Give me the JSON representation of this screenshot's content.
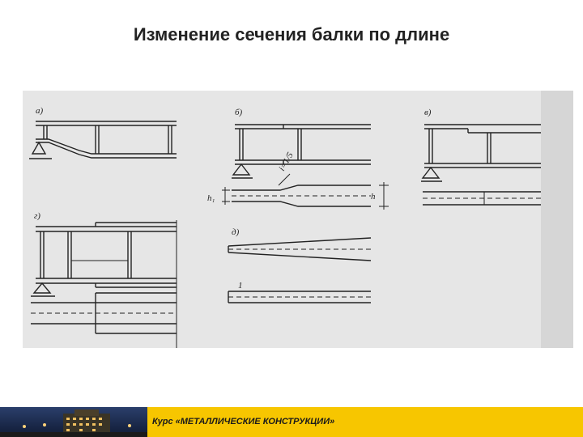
{
  "slide": {
    "title": "Изменение сечения балки по длине"
  },
  "figure": {
    "labels": {
      "a": "а)",
      "b": "б)",
      "v": "в)",
      "g": "г)",
      "d": "д)",
      "slope": "i=1/5",
      "h1": "h₁",
      "h": "h",
      "one": "1"
    }
  },
  "footer": {
    "course_text": "Курс «МЕТАЛЛИЧЕСКИЕ КОНСТРУКЦИИ»"
  },
  "colors": {
    "footer_band": "#f7c600",
    "ink": "#222222",
    "paper": "#e6e6e6"
  }
}
